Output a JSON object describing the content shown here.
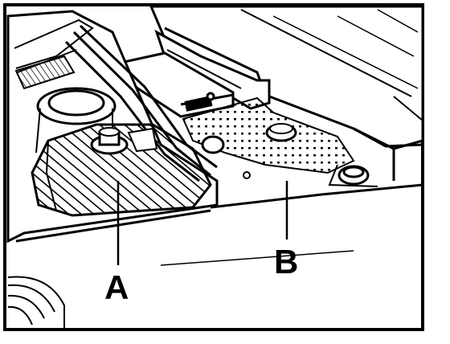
{
  "figure": {
    "callouts": [
      {
        "id": "A",
        "text": "A"
      },
      {
        "id": "B",
        "text": "B"
      }
    ]
  },
  "colors": {
    "ink": "#000000",
    "paper": "#ffffff"
  }
}
